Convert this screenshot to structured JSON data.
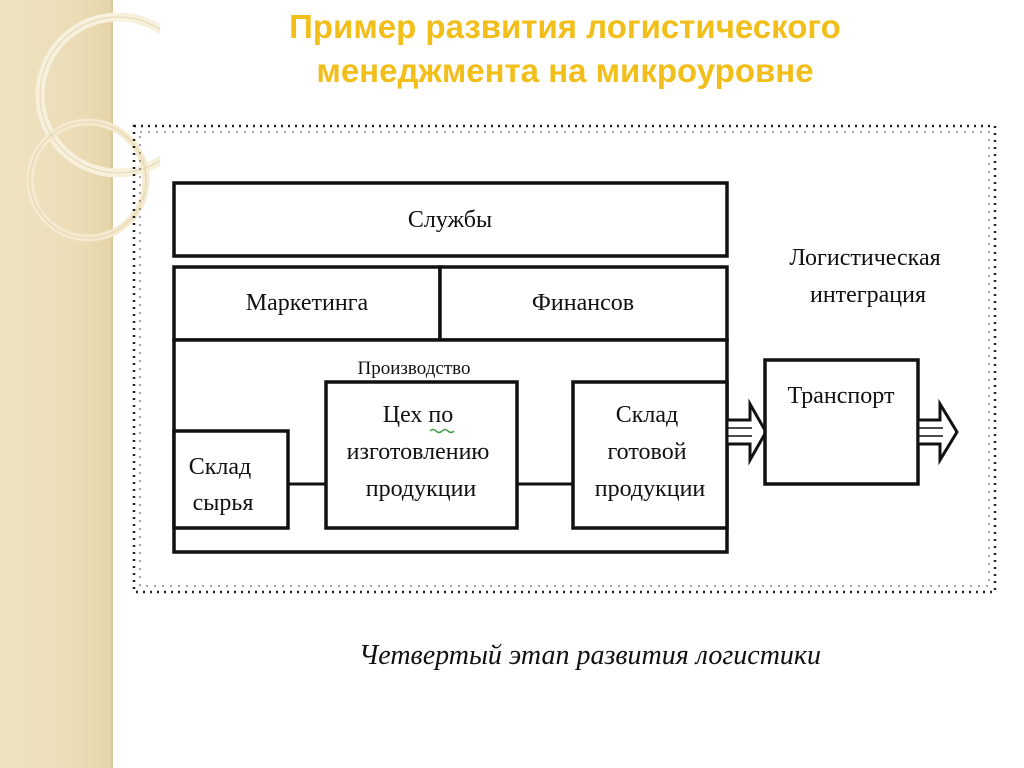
{
  "title": {
    "line1": "Пример развития логистического",
    "line2": "менеджмента на микроуровне"
  },
  "diagram": {
    "services": "Службы",
    "marketing": "Маркетинга",
    "finance": "Финансов",
    "production": "Производство",
    "raw_warehouse": [
      "Склад",
      "сырья"
    ],
    "workshop": [
      "Цех по",
      "изготовлению",
      "продукции"
    ],
    "finished_warehouse": [
      "Склад",
      "готовой",
      "продукции"
    ],
    "logistic_integration": [
      "Логистическая",
      "интеграция"
    ],
    "transport": "Транспорт"
  },
  "caption": "Четвертый этап развития логистики",
  "colors": {
    "title": "#f2be1a",
    "band": "#ebdcb6",
    "lines": "#111111"
  }
}
